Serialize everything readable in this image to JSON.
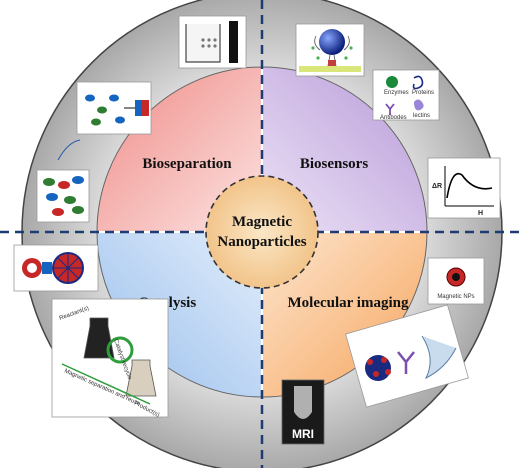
{
  "center": {
    "line1": "Magnetic",
    "line2": "Nanoparticles"
  },
  "quadrants": {
    "top_left": "Bioseparation",
    "top_right": "Biosensors",
    "bottom_left": "Catalysis",
    "bottom_right": "Molecular imaging"
  },
  "biosensor_inset": {
    "labels": [
      "Enzymes",
      "Proteins",
      "Antibodes",
      "lectins"
    ]
  },
  "sensor_graph": {
    "ylabel": "ΔR",
    "xlabel": "H"
  },
  "magnetic_nps_inset": {
    "label": "Magnetic NPs"
  },
  "catalysis_inset": {
    "reactant": "Reactant(s)",
    "product": "Product(s)",
    "cycle": "Catalyst recycle",
    "separation": "Magnetic separation and reuse"
  },
  "mri_inset": {
    "label": "MRI"
  },
  "colors": {
    "outer_ring": "#d0d0d0",
    "bioseparation": "#f4a6a4",
    "biosensors": "#c6b0e0",
    "catalysis": "#b0cff2",
    "molecular_imaging": "#f8c090",
    "center_fill": "#f7d09a",
    "dashed_line": "#1f3b73"
  }
}
